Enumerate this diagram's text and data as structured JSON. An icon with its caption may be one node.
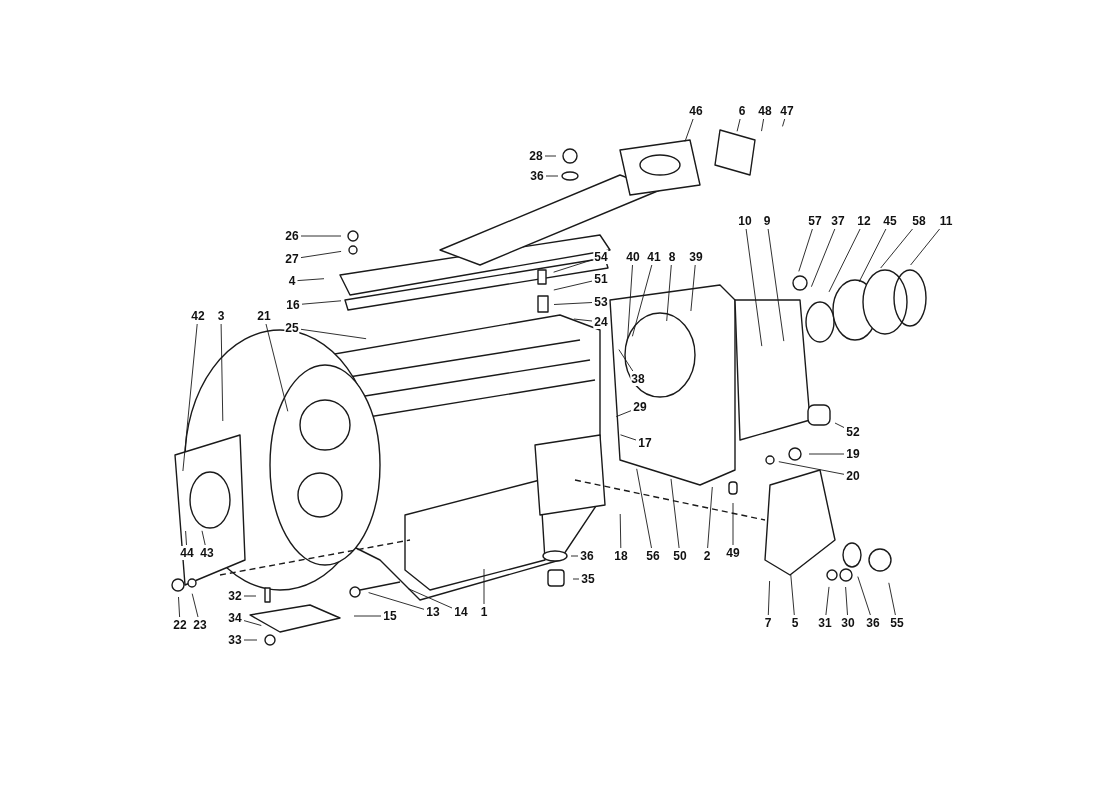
{
  "diagram": {
    "nodes": [
      {
        "text": [
          "46"
        ]
      },
      {
        "text": [
          "6"
        ]
      },
      {
        "text": [
          "48"
        ]
      },
      {
        "text": [
          "47"
        ]
      },
      {
        "text": [
          "28"
        ]
      },
      {
        "text": [
          "36"
        ]
      },
      {
        "text": [
          "26"
        ]
      },
      {
        "text": [
          "27"
        ]
      },
      {
        "text": [
          "4"
        ]
      },
      {
        "text": [
          "16"
        ]
      },
      {
        "text": [
          "54"
        ]
      },
      {
        "text": [
          "51"
        ]
      },
      {
        "text": [
          "53"
        ]
      },
      {
        "text": [
          "24"
        ]
      },
      {
        "text": [
          "25"
        ]
      },
      {
        "text": [
          "40"
        ]
      },
      {
        "text": [
          "41"
        ]
      },
      {
        "text": [
          "8"
        ]
      },
      {
        "text": [
          "39"
        ]
      },
      {
        "text": [
          "38"
        ]
      },
      {
        "text": [
          "10"
        ]
      },
      {
        "text": [
          "9"
        ]
      },
      {
        "text": [
          "57"
        ]
      },
      {
        "text": [
          "37"
        ]
      },
      {
        "text": [
          "12"
        ]
      },
      {
        "text": [
          "45"
        ]
      },
      {
        "text": [
          "58"
        ]
      },
      {
        "text": [
          "11"
        ]
      },
      {
        "text": [
          "42"
        ]
      },
      {
        "text": [
          "3"
        ]
      },
      {
        "text": [
          "21"
        ]
      },
      {
        "text": [
          "29"
        ]
      },
      {
        "text": [
          "17"
        ]
      },
      {
        "text": [
          "44"
        ]
      },
      {
        "text": [
          "43"
        ]
      },
      {
        "text": [
          "22"
        ]
      },
      {
        "text": [
          "23"
        ]
      },
      {
        "text": [
          "32"
        ]
      },
      {
        "text": [
          "34"
        ]
      },
      {
        "text": [
          "33"
        ]
      },
      {
        "text": [
          "15"
        ]
      },
      {
        "text": [
          "13"
        ]
      },
      {
        "text": [
          "14"
        ]
      },
      {
        "text": [
          "1"
        ]
      },
      {
        "text": [
          "36"
        ]
      },
      {
        "text": [
          "35"
        ]
      },
      {
        "text": [
          "18"
        ]
      },
      {
        "text": [
          "56"
        ]
      },
      {
        "text": [
          "50"
        ]
      },
      {
        "text": [
          "2"
        ]
      },
      {
        "text": [
          "49"
        ]
      },
      {
        "text": [
          "52"
        ]
      },
      {
        "text": [
          "19"
        ]
      },
      {
        "text": [
          "20"
        ]
      },
      {
        "text": [
          "7"
        ]
      },
      {
        "text": [
          "5"
        ]
      },
      {
        "text": [
          "31"
        ]
      },
      {
        "text": [
          "30"
        ]
      },
      {
        "text": [
          "36"
        ]
      },
      {
        "text": [
          "55"
        ]
      }
    ],
    "edges": [
      {
        "from": 0,
        "to": null,
        "arrow": "none"
      },
      {
        "from": 1,
        "to": null,
        "arrow": "none"
      },
      {
        "from": 2,
        "to": null,
        "arrow": "none"
      },
      {
        "from": 3,
        "to": null,
        "arrow": "none"
      },
      {
        "from": 4,
        "to": null,
        "arrow": "none"
      },
      {
        "from": 5,
        "to": null,
        "arrow": "none"
      },
      {
        "from": 6,
        "to": null,
        "arrow": "none"
      },
      {
        "from": 7,
        "to": null,
        "arrow": "none"
      },
      {
        "from": 8,
        "to": null,
        "arrow": "none"
      },
      {
        "from": 9,
        "to": null,
        "arrow": "none"
      },
      {
        "from": 10,
        "to": null,
        "arrow": "none"
      },
      {
        "from": 11,
        "to": null,
        "arrow": "none"
      },
      {
        "from": 12,
        "to": null,
        "arrow": "none"
      },
      {
        "from": 13,
        "to": null,
        "arrow": "none"
      },
      {
        "from": 14,
        "to": null,
        "arrow": "none"
      },
      {
        "from": 15,
        "to": null,
        "arrow": "none"
      },
      {
        "from": 16,
        "to": null,
        "arrow": "none"
      },
      {
        "from": 17,
        "to": null,
        "arrow": "none"
      },
      {
        "from": 18,
        "to": null,
        "arrow": "none"
      },
      {
        "from": 19,
        "to": null,
        "arrow": "none"
      },
      {
        "from": 20,
        "to": null,
        "arrow": "none"
      },
      {
        "from": 21,
        "to": null,
        "arrow": "none"
      },
      {
        "from": 22,
        "to": null,
        "arrow": "none"
      },
      {
        "from": 23,
        "to": null,
        "arrow": "none"
      },
      {
        "from": 24,
        "to": null,
        "arrow": "none"
      },
      {
        "from": 25,
        "to": null,
        "arrow": "none"
      },
      {
        "from": 26,
        "to": null,
        "arrow": "none"
      },
      {
        "from": 27,
        "to": null,
        "arrow": "none"
      },
      {
        "from": 28,
        "to": null,
        "arrow": "none"
      },
      {
        "from": 29,
        "to": null,
        "arrow": "none"
      },
      {
        "from": 30,
        "to": null,
        "arrow": "none"
      },
      {
        "from": 31,
        "to": null,
        "arrow": "none"
      },
      {
        "from": 32,
        "to": null,
        "arrow": "none"
      },
      {
        "from": 33,
        "to": null,
        "arrow": "none"
      },
      {
        "from": 34,
        "to": null,
        "arrow": "none"
      },
      {
        "from": 35,
        "to": null,
        "arrow": "none"
      },
      {
        "from": 36,
        "to": null,
        "arrow": "none"
      },
      {
        "from": 37,
        "to": null,
        "arrow": "none"
      },
      {
        "from": 38,
        "to": null,
        "arrow": "none"
      },
      {
        "from": 39,
        "to": null,
        "arrow": "none"
      },
      {
        "from": 40,
        "to": null,
        "arrow": "none"
      },
      {
        "from": 41,
        "to": null,
        "arrow": "none"
      },
      {
        "from": 42,
        "to": null,
        "arrow": "none"
      },
      {
        "from": 43,
        "to": null,
        "arrow": "none"
      },
      {
        "from": 44,
        "to": null,
        "arrow": "none"
      },
      {
        "from": 45,
        "to": null,
        "arrow": "none"
      },
      {
        "from": 46,
        "to": null,
        "arrow": "none"
      },
      {
        "from": 47,
        "to": null,
        "arrow": "none"
      },
      {
        "from": 48,
        "to": null,
        "arrow": "none"
      },
      {
        "from": 49,
        "to": null,
        "arrow": "none"
      },
      {
        "from": 50,
        "to": null,
        "arrow": "none"
      },
      {
        "from": 51,
        "to": null,
        "arrow": "none"
      },
      {
        "from": 52,
        "to": null,
        "arrow": "none"
      },
      {
        "from": 53,
        "to": null,
        "arrow": "none"
      },
      {
        "from": 54,
        "to": null,
        "arrow": "none"
      },
      {
        "from": 55,
        "to": null,
        "arrow": "none"
      },
      {
        "from": 56,
        "to": null,
        "arrow": "none"
      },
      {
        "from": 57,
        "to": null,
        "arrow": "none"
      },
      {
        "from": 58,
        "to": null,
        "arrow": "none"
      },
      {
        "from": 59,
        "to": null,
        "arrow": "none"
      }
    ]
  }
}
